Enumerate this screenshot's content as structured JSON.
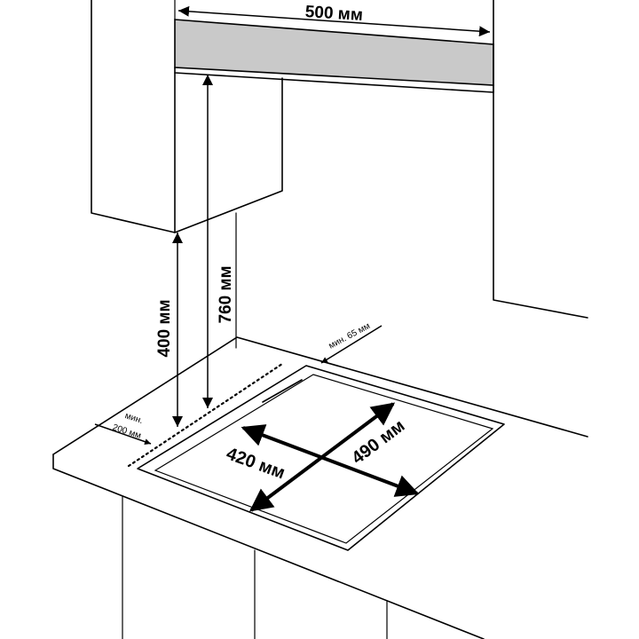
{
  "dimensions": {
    "hood_width": "500 мм",
    "hood_to_worktop": "760 мм",
    "cabinet_to_worktop": "400 мм",
    "cutout_width": "420 мм",
    "cutout_depth": "490 мм",
    "min_back_label": "мин. 65 мм",
    "min_side_label_line1": "мин.",
    "min_side_label_line2": "200 мм"
  },
  "colors": {
    "hood_fill": "#c9c9c9",
    "line": "#000000"
  }
}
